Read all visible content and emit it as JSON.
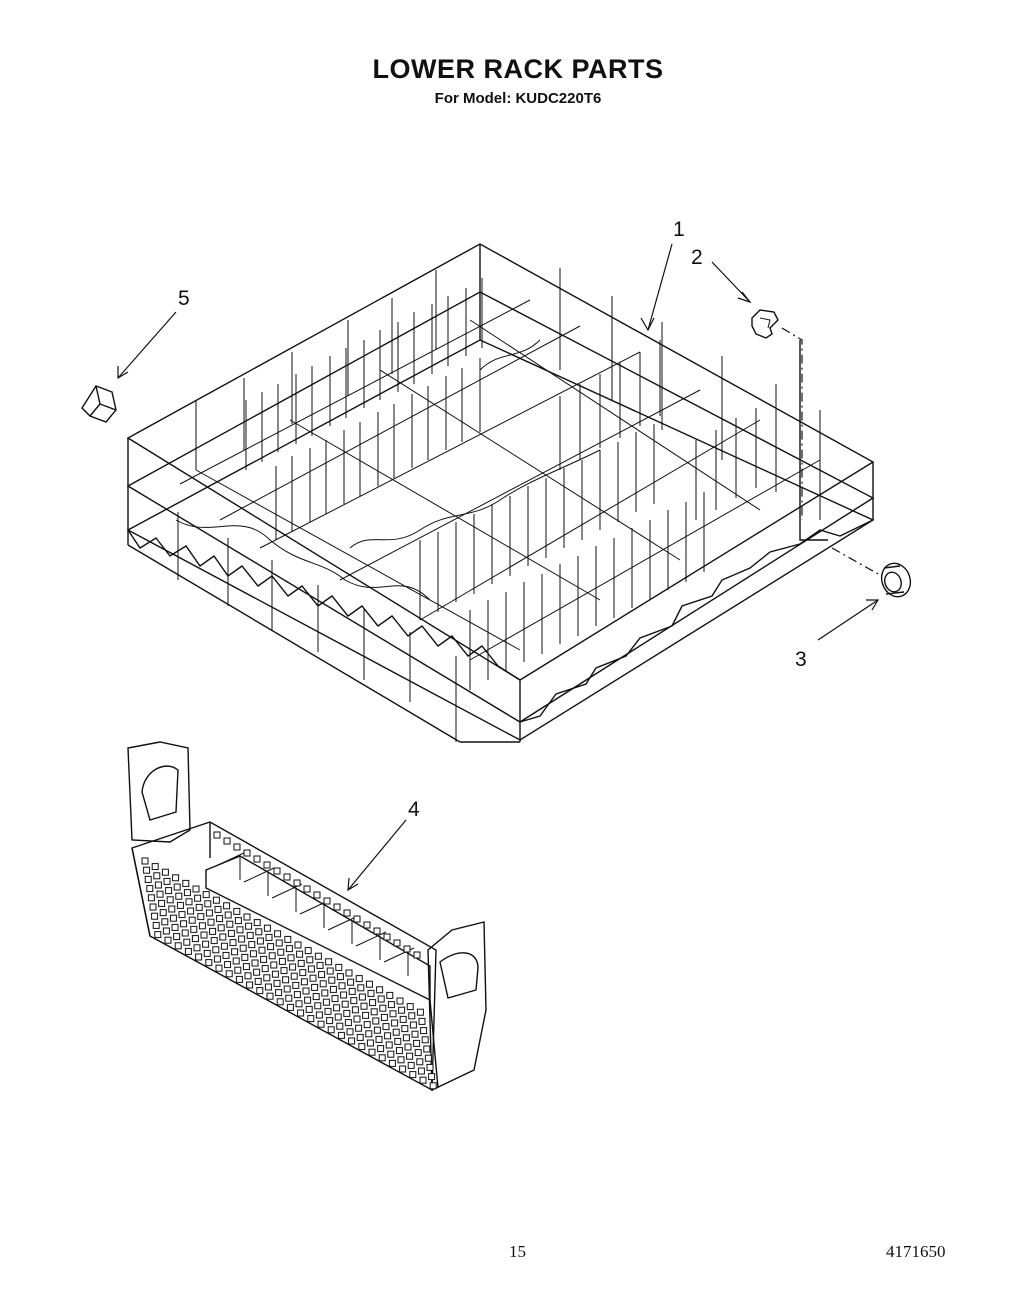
{
  "header": {
    "title": "LOWER RACK PARTS",
    "subtitle": "For Model: KUDC220T6"
  },
  "callouts": [
    "1",
    "2",
    "3",
    "4",
    "5"
  ],
  "footer": {
    "page_number": "15",
    "document_number": "4171650"
  }
}
